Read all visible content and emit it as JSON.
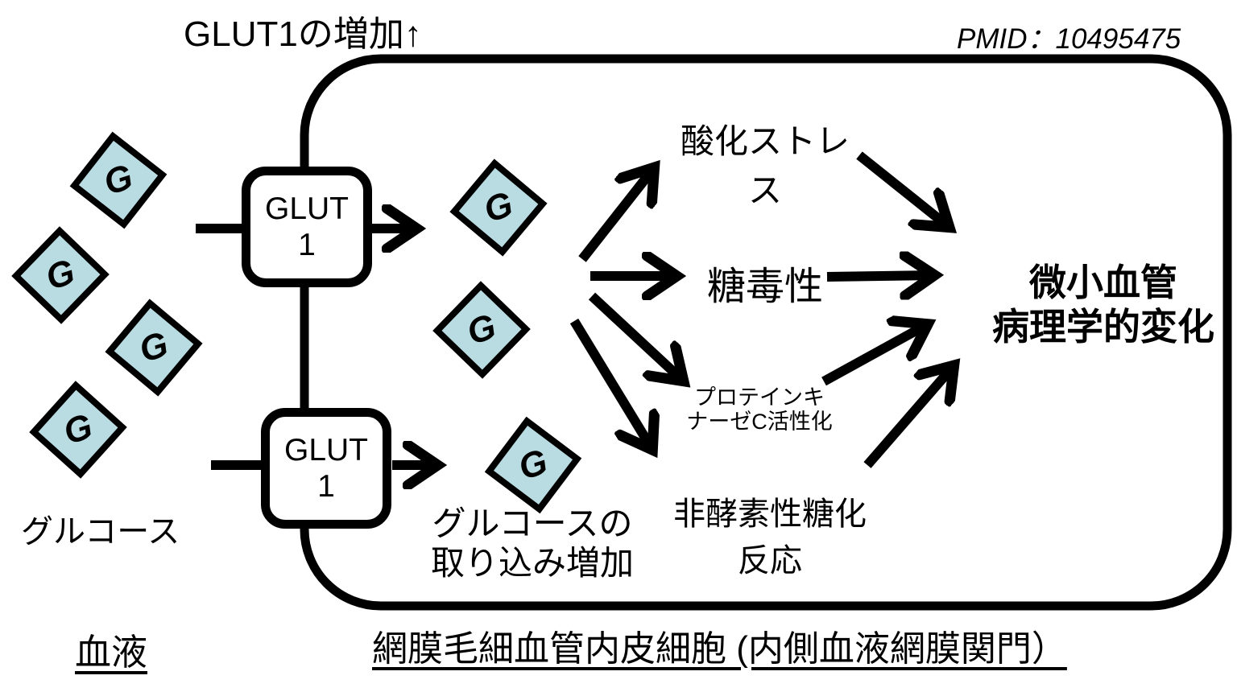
{
  "header": {
    "glut1_increase": "GLUT1の増加↑",
    "pmid": "PMID：10495475"
  },
  "transporter": {
    "line1": "GLUT",
    "line2": "1"
  },
  "glucose": {
    "symbol": "G",
    "label": "グルコース"
  },
  "uptake": {
    "line1": "グルコースの",
    "line2": "取り込み増加"
  },
  "pathways": {
    "oxidative_stress": "酸化ストレス",
    "glucose_toxicity": "糖毒性",
    "pkc_line1": "プロテインキ",
    "pkc_line2": "ナーゼC活性化",
    "glycation": "非酵素性糖化反応"
  },
  "outcome": {
    "line1": "微小血管",
    "line2": "病理学的変化"
  },
  "footer": {
    "blood": "血液",
    "cell_label": "網膜毛細血管内皮細胞 (内側血液網膜関門）"
  },
  "colors": {
    "glucose_fill": "#b9dce2",
    "ink": "#000000"
  }
}
